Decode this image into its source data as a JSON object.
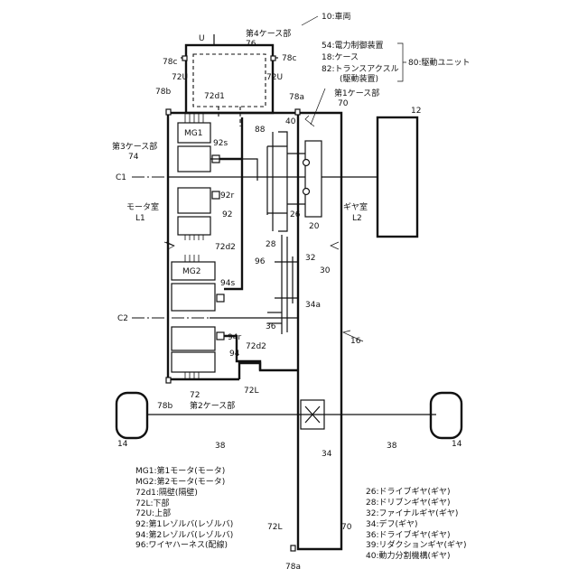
{
  "labels": {
    "vehicle": "10:車両",
    "u_top": "U",
    "case4_name": "第4ケース部",
    "n76": "76",
    "n78c_l": "78c",
    "n78c_r": "78c",
    "n72u_l": "72U",
    "n72u_r": "72U",
    "n78b_top": "78b",
    "n72d1": "72d1",
    "n78a_top": "78a",
    "c54": "54:電力制御装置",
    "c18": "18:ケース",
    "c82a": "82:トランスアクスル",
    "c82b": "(駆動装置)",
    "c80": "80:駆動ユニット",
    "case1_name": "第1ケース部",
    "n70_top": "70",
    "n12": "12",
    "n40": "40",
    "n88": "88",
    "mg1": "MG1",
    "n92s": "92s",
    "case3_name": "第3ケース部",
    "n74": "74",
    "c1": "C1",
    "n92r": "92r",
    "n92": "92",
    "n26": "26",
    "n20": "20",
    "motor_room": "モータ室",
    "l1": "L1",
    "gear_room": "ギヤ室",
    "l2": "L2",
    "n28": "28",
    "n72d2_a": "72d2",
    "n96": "96",
    "n32": "32",
    "n30": "30",
    "mg2": "MG2",
    "n94s": "94s",
    "n34a": "34a",
    "c2": "C2",
    "n36": "36",
    "n16": "16",
    "n94r": "94r",
    "n72d2_b": "72d2",
    "n94": "94",
    "n78b_bot": "78b",
    "n72": "72",
    "n72l_r": "72L",
    "case2_name": "第2ケース部",
    "n14_l": "14",
    "n14_r": "14",
    "n38_l": "38",
    "n38_r": "38",
    "n34": "34",
    "n72l_b": "72L",
    "n70_b": "70",
    "n78a_b": "78a"
  },
  "legend_left": [
    "MG1:第1モータ(モータ)",
    "MG2:第2モータ(モータ)",
    "72d1:隔壁(隔壁)",
    "72L:下部",
    "72U:上部",
    "92:第1レゾルバ(レゾルバ)",
    "94:第2レゾルバ(レゾルバ)",
    "96:ワイヤハーネス(配線)"
  ],
  "legend_right": [
    "26:ドライブギヤ(ギヤ)",
    "28:ドリブンギヤ(ギヤ)",
    "32:ファイナルギヤ(ギヤ)",
    "34:デフ(ギヤ)",
    "36:ドライブギヤ(ギヤ)",
    "39:リダクションギヤ(ギヤ)",
    "40:動力分割機構(ギヤ)"
  ]
}
